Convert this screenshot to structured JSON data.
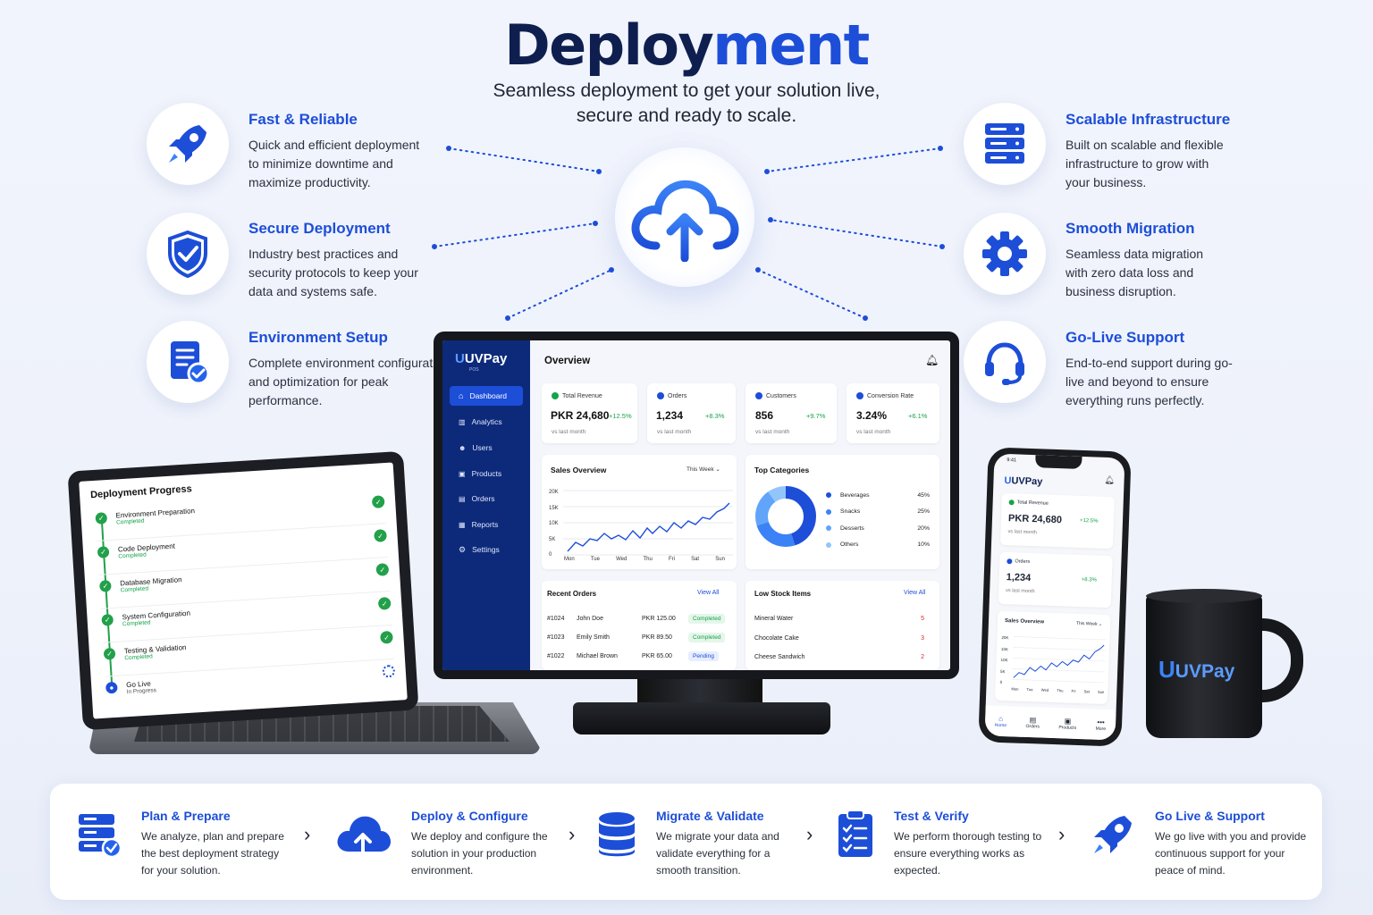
{
  "header": {
    "title_part1": "Deploy",
    "title_part2": "ment",
    "subtitle_line1": "Seamless deployment to get your solution live,",
    "subtitle_line2": "secure and ready to scale."
  },
  "features_left": [
    {
      "title": "Fast & Reliable",
      "desc": "Quick and efficient deployment to minimize downtime and maximize productivity.",
      "icon": "rocket-icon"
    },
    {
      "title": "Secure Deployment",
      "desc": "Industry best practices and security protocols to keep your data and systems safe.",
      "icon": "shield-check-icon"
    },
    {
      "title": "Environment Setup",
      "desc": "Complete environment configuration and optimization for peak performance.",
      "icon": "document-check-icon"
    }
  ],
  "features_right": [
    {
      "title": "Scalable Infrastructure",
      "desc": "Built on scalable and flexible infrastructure to grow with your business.",
      "icon": "server-stack-icon"
    },
    {
      "title": "Smooth Migration",
      "desc": "Seamless data migration with zero data loss and business disruption.",
      "icon": "gear-icon"
    },
    {
      "title": "Go-Live Support",
      "desc": "End-to-end support during go-live and beyond to ensure everything runs perfectly.",
      "icon": "headset-icon"
    }
  ],
  "dashboard": {
    "brand": "UVPay",
    "brand_sub": "POS",
    "page_title": "Overview",
    "nav": [
      "Dashboard",
      "Analytics",
      "Users",
      "Products",
      "Orders",
      "Reports",
      "Settings"
    ],
    "kpis": [
      {
        "label": "Total Revenue",
        "value": "PKR 24,680",
        "change": "+12.5%",
        "sub": "vs last month",
        "color": "#16a34a"
      },
      {
        "label": "Orders",
        "value": "1,234",
        "change": "+8.3%",
        "sub": "vs last month",
        "color": "#1d4ed8"
      },
      {
        "label": "Customers",
        "value": "856",
        "change": "+9.7%",
        "sub": "vs last month",
        "color": "#1d4ed8"
      },
      {
        "label": "Conversion Rate",
        "value": "3.24%",
        "change": "+6.1%",
        "sub": "vs last month",
        "color": "#1d4ed8"
      }
    ],
    "sales": {
      "title": "Sales Overview",
      "range": "This Week",
      "y_ticks": [
        "20K",
        "15K",
        "10K",
        "5K",
        "0"
      ],
      "x_ticks": [
        "Mon",
        "Tue",
        "Wed",
        "Thu",
        "Fri",
        "Sat",
        "Sun"
      ]
    },
    "categories": {
      "title": "Top Categories",
      "items": [
        {
          "name": "Beverages",
          "pct": "45%",
          "value": 45,
          "color": "#1d4ed8"
        },
        {
          "name": "Snacks",
          "pct": "25%",
          "value": 25,
          "color": "#3b82f6"
        },
        {
          "name": "Desserts",
          "pct": "20%",
          "value": 20,
          "color": "#60a5fa"
        },
        {
          "name": "Others",
          "pct": "10%",
          "value": 10,
          "color": "#93c5fd"
        }
      ]
    },
    "orders": {
      "title": "Recent Orders",
      "view_all": "View All",
      "rows": [
        {
          "id": "#1024",
          "name": "John Doe",
          "amount": "PKR 125.00",
          "status": "Completed"
        },
        {
          "id": "#1023",
          "name": "Emily Smith",
          "amount": "PKR 89.50",
          "status": "Completed"
        },
        {
          "id": "#1022",
          "name": "Michael Brown",
          "amount": "PKR 65.00",
          "status": "Pending"
        }
      ]
    },
    "stock": {
      "title": "Low Stock Items",
      "view_all": "View All",
      "rows": [
        {
          "name": "Mineral Water",
          "qty": "5"
        },
        {
          "name": "Chocolate Cake",
          "qty": "3"
        },
        {
          "name": "Cheese Sandwich",
          "qty": "2"
        }
      ]
    }
  },
  "laptop": {
    "title": "Deployment Progress",
    "steps": [
      {
        "name": "Environment Preparation",
        "status": "Completed"
      },
      {
        "name": "Code Deployment",
        "status": "Completed"
      },
      {
        "name": "Database Migration",
        "status": "Completed"
      },
      {
        "name": "System Configuration",
        "status": "Completed"
      },
      {
        "name": "Testing & Validation",
        "status": "Completed"
      },
      {
        "name": "Go Live",
        "status": "In Progress"
      }
    ]
  },
  "phone": {
    "time": "9:41",
    "brand": "UVPay",
    "rev_label": "Total Revenue",
    "rev_value": "PKR 24,680",
    "rev_change": "+12.5%",
    "rev_sub": "vs last month",
    "ord_label": "Orders",
    "ord_value": "1,234",
    "ord_change": "+8.3%",
    "ord_sub": "vs last month",
    "sales_title": "Sales Overview",
    "sales_range": "This Week",
    "y_ticks": [
      "20K",
      "15K",
      "10K",
      "5K",
      "0"
    ],
    "x_ticks": [
      "Mon",
      "Tue",
      "Wed",
      "Thu",
      "Fri",
      "Sat",
      "Sun"
    ],
    "tabs": [
      "Home",
      "Orders",
      "Products",
      "More"
    ]
  },
  "mug": {
    "brand": "UVPay"
  },
  "process": [
    {
      "title": "Plan & Prepare",
      "desc": "We analyze, plan and prepare the best deployment strategy for your solution.",
      "icon": "server-check-icon"
    },
    {
      "title": "Deploy & Configure",
      "desc": "We deploy and configure the solution in your production environment.",
      "icon": "cloud-upload-icon"
    },
    {
      "title": "Migrate & Validate",
      "desc": "We migrate your data and validate everything for a smooth transition.",
      "icon": "database-icon"
    },
    {
      "title": "Test & Verify",
      "desc": "We perform thorough testing to ensure everything works as expected.",
      "icon": "clipboard-check-icon"
    },
    {
      "title": "Go Live & Support",
      "desc": "We go live with you and provide continuous support for your peace of mind.",
      "icon": "rocket-icon"
    }
  ],
  "colors": {
    "primary": "#1d4ed8",
    "navy": "#0e1f4f",
    "sidebar": "#0d2a7a",
    "success": "#16a34a",
    "danger": "#dc2626"
  }
}
